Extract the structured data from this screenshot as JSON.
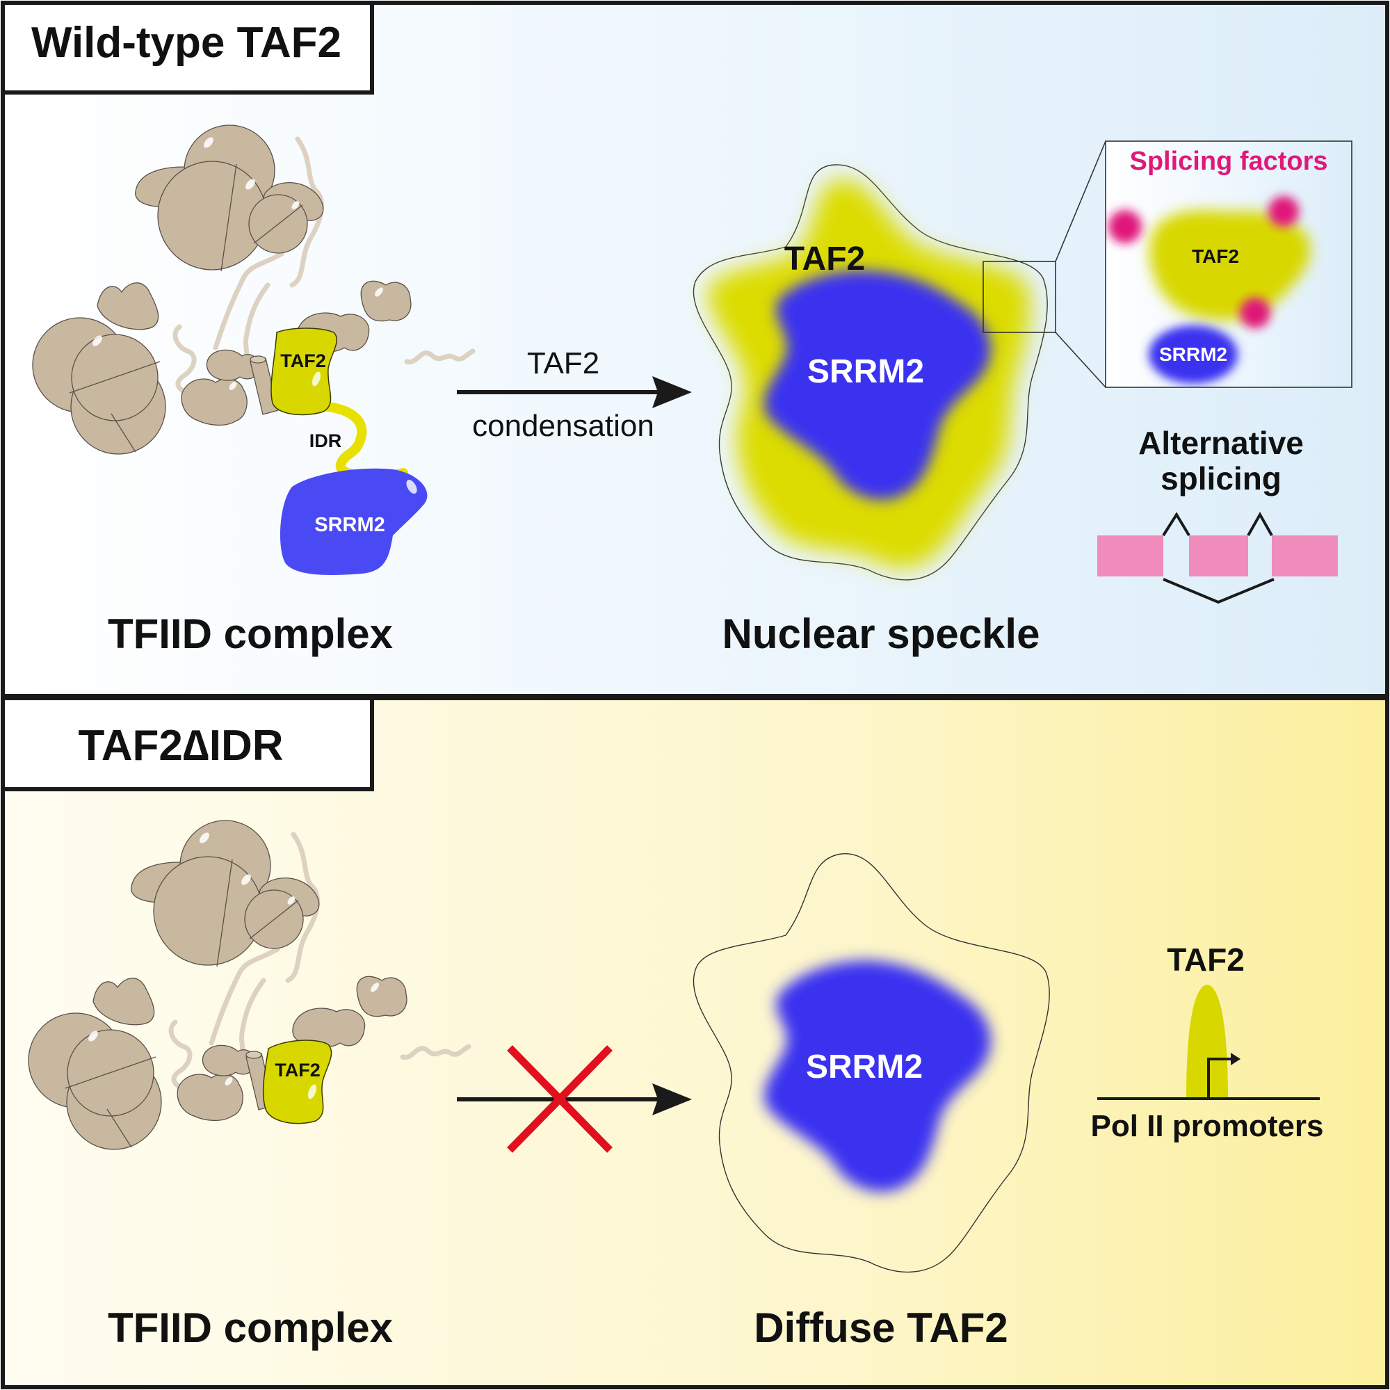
{
  "top_panel": {
    "header": "Wild-type TAF2",
    "complex": {
      "taf2_label": "TAF2",
      "idr_label": "IDR",
      "srrm2_label": "SRRM2",
      "caption": "TFIID complex"
    },
    "arrow": {
      "label_line1": "TAF2",
      "label_line2": "condensation"
    },
    "speckle": {
      "taf2_label": "TAF2",
      "srrm2_label": "SRRM2",
      "caption": "Nuclear speckle"
    },
    "inset": {
      "title": "Splicing factors",
      "taf2_label": "TAF2",
      "srrm2_label": "SRRM2"
    },
    "splicing": {
      "title_line1": "Alternative",
      "title_line2": "splicing"
    }
  },
  "bottom_panel": {
    "header": "TAF2∆IDR",
    "complex": {
      "taf2_label": "TAF2",
      "caption": "TFIID complex"
    },
    "speckle": {
      "srrm2_label": "SRRM2",
      "caption": "Diffuse TAF2"
    },
    "promoter": {
      "taf2_label": "TAF2",
      "caption": "Pol II promoters"
    }
  },
  "colors": {
    "taf2_yellow": "#d8d800",
    "srrm2_blue": "#3a32f0",
    "tfiid_tan": "#c8b8a0",
    "splicing_magenta": "#e0187a",
    "exon_pink": "#f08cbc",
    "block_x_red": "#e0101e",
    "top_bg": "#e2f1fb",
    "bottom_bg": "#fdf3b8"
  }
}
